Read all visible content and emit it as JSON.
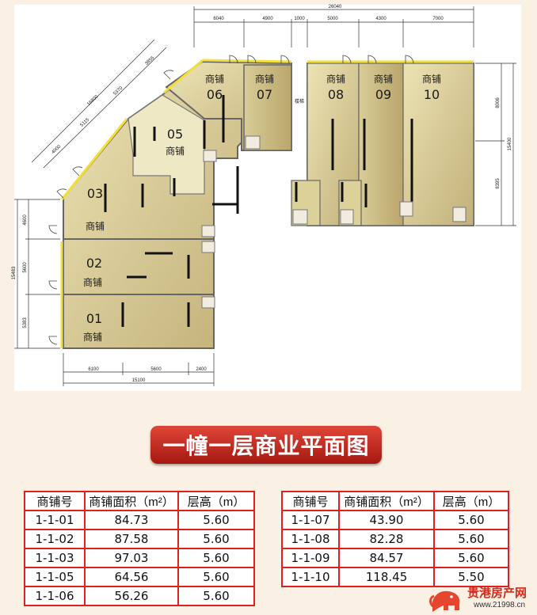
{
  "plan": {
    "shop_word": "商铺",
    "units": {
      "u01": "01",
      "u02": "02",
      "u03": "03",
      "u05": "05",
      "u06": "06",
      "u07": "07",
      "u08": "08",
      "u09": "09",
      "u10": "10"
    },
    "door_note": "楼梯",
    "dims": {
      "top_total": "26040",
      "top_segments": [
        "6040",
        "4900",
        "1000",
        "5000",
        "4300",
        "7000"
      ],
      "diagonal_total": "16800",
      "diagonal_segments": [
        "4000",
        "5115",
        "5370",
        "3855"
      ],
      "right_total": "15400",
      "right_segments": [
        "8006",
        "8395"
      ],
      "left_total": "15483",
      "left_segments": [
        "4600",
        "5600",
        "5383"
      ],
      "bottom_total": "15100",
      "bottom_segments": [
        "6100",
        "5600",
        "2400"
      ]
    },
    "colors": {
      "floor": "#c9b87e",
      "floor_light": "#e6dca9",
      "wall": "#6b6b6b",
      "glass": "#f5e24a"
    }
  },
  "banner": {
    "title": "一幢一层商业平面图"
  },
  "tables": {
    "headers": [
      "商铺号",
      "商铺面积（m²）",
      "层高（m）"
    ],
    "left": [
      [
        "1-1-01",
        "84.73",
        "5.60"
      ],
      [
        "1-1-02",
        "87.58",
        "5.60"
      ],
      [
        "1-1-03",
        "97.03",
        "5.60"
      ],
      [
        "1-1-05",
        "64.56",
        "5.60"
      ],
      [
        "1-1-06",
        "56.26",
        "5.60"
      ]
    ],
    "right": [
      [
        "1-1-07",
        "43.90",
        "5.60"
      ],
      [
        "1-1-08",
        "82.28",
        "5.60"
      ],
      [
        "1-1-09",
        "84.57",
        "5.60"
      ],
      [
        "1-1-10",
        "118.45",
        "5.50"
      ]
    ]
  },
  "watermark": {
    "logo_icon": "elephant-logo-icon",
    "title": "贵港房产网",
    "url": "www.21998.cn"
  }
}
